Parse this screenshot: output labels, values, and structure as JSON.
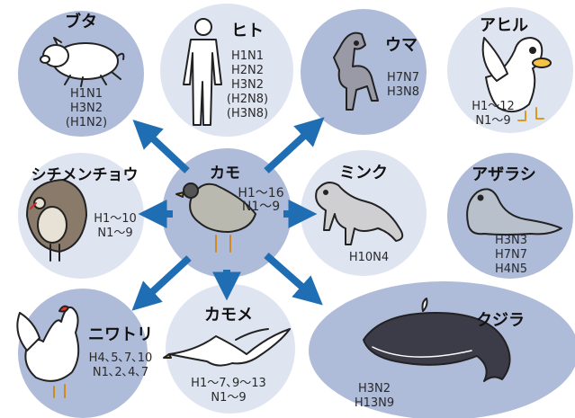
{
  "colors": {
    "dark_circle": "#aebbd9",
    "light_circle": "#dfe4f1",
    "arrow": "#1f6eb3",
    "outline": "#222222"
  },
  "center": {
    "name": "カモ",
    "lines": [
      "H1〜16",
      "N1〜9"
    ],
    "icon": "duck-icon"
  },
  "nodes": [
    {
      "id": "pig",
      "name": "ブタ",
      "lines": [
        "H1N1",
        "H3N2",
        "(H1N2)"
      ],
      "icon": "pig-icon"
    },
    {
      "id": "human",
      "name": "ヒト",
      "lines": [
        "H1N1",
        "H2N2",
        "H3N2",
        "(H2N8)",
        "(H3N8)"
      ],
      "icon": "human-icon"
    },
    {
      "id": "horse",
      "name": "ウマ",
      "lines": [
        "H7N7",
        "H3N8"
      ],
      "icon": "horse-icon"
    },
    {
      "id": "duck2",
      "name": "アヒル",
      "lines": [
        "H1〜12",
        "N1〜9"
      ],
      "icon": "domestic-duck-icon"
    },
    {
      "id": "turkey",
      "name": "シチメンチョウ",
      "lines": [
        "H1〜10",
        "N1〜9"
      ],
      "icon": "turkey-icon"
    },
    {
      "id": "mink",
      "name": "ミンク",
      "lines": [
        "H10N4"
      ],
      "icon": "mink-icon"
    },
    {
      "id": "seal",
      "name": "アザラシ",
      "lines": [
        "H3N3",
        "H7N7",
        "H4N5"
      ],
      "icon": "seal-icon"
    },
    {
      "id": "chicken",
      "name": "ニワトリ",
      "lines": [
        "H4､5､7､10",
        "N1､2､4､7"
      ],
      "icon": "chicken-icon"
    },
    {
      "id": "gull",
      "name": "カモメ",
      "lines": [
        "H1〜7､9〜13",
        "N1〜9"
      ],
      "icon": "gull-icon"
    },
    {
      "id": "whale",
      "name": "クジラ",
      "lines": [
        "H3N2",
        "H13N9"
      ],
      "icon": "whale-icon"
    }
  ]
}
